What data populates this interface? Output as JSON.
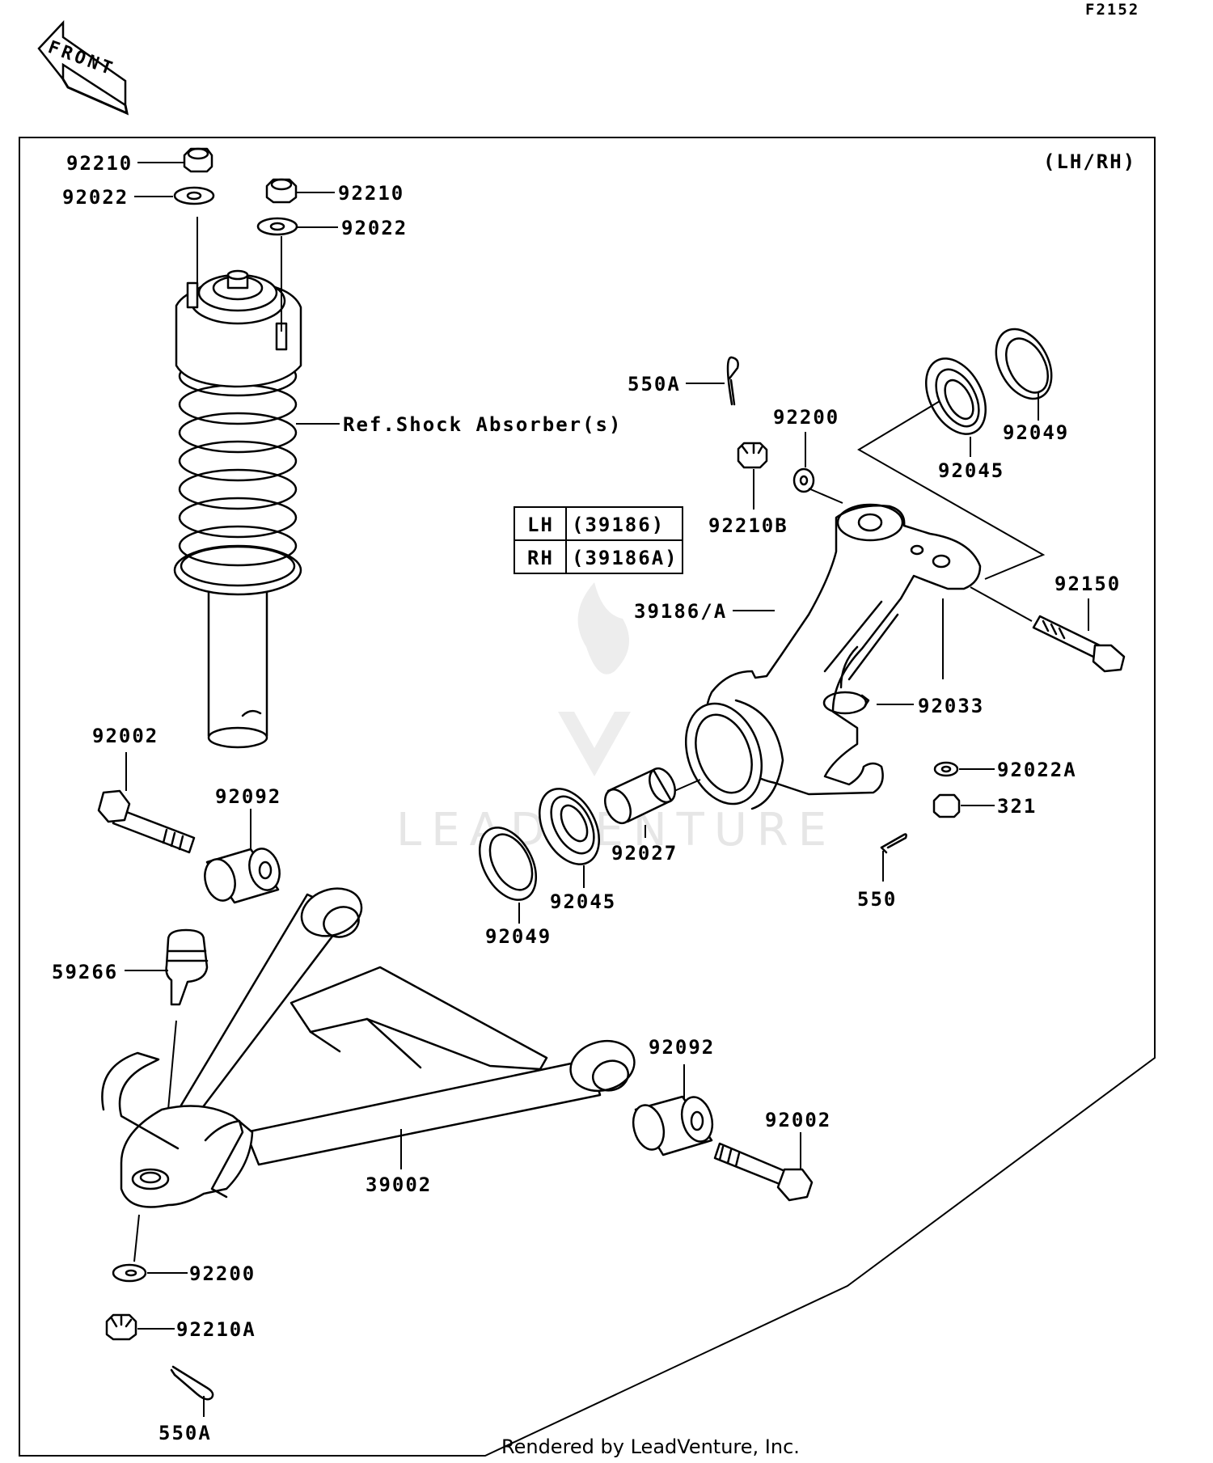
{
  "diagram_code": "F2152",
  "front_arrow_label": "FRONT",
  "side_note": "(LH/RH)",
  "watermark": "LEADVENTURE",
  "footer": "Rendered by LeadVenture, Inc.",
  "variant_table": [
    {
      "side": "LH",
      "part": "(39186)"
    },
    {
      "side": "RH",
      "part": "(39186A)"
    }
  ],
  "callouts": {
    "nut_top_left": "92210",
    "washer_top_left": "92022",
    "nut_top_right": "92210",
    "washer_top_right": "92022",
    "shock_ref": "Ref.Shock Absorber(s)",
    "cotter_pin_top": "550A",
    "washer_knuckle": "92200",
    "castle_nut_knuckle": "92210B",
    "seal_right": "92049",
    "bearing_right": "92045",
    "bolt_knuckle": "92150",
    "knuckle": "39186/A",
    "circlip": "92033",
    "washer_lower_right": "92022A",
    "nut_lower_right": "321",
    "cotter_pin_right": "550",
    "collar": "92027",
    "bearing_left": "92045",
    "seal_left": "92049",
    "bolt_upper": "92002",
    "bushing_upper": "92092",
    "ball_joint": "59266",
    "arm": "39002",
    "bushing_lower": "92092",
    "bolt_lower": "92002",
    "washer_bottom": "92200",
    "castle_nut_bottom": "92210A",
    "cotter_pin_bottom": "550A"
  }
}
